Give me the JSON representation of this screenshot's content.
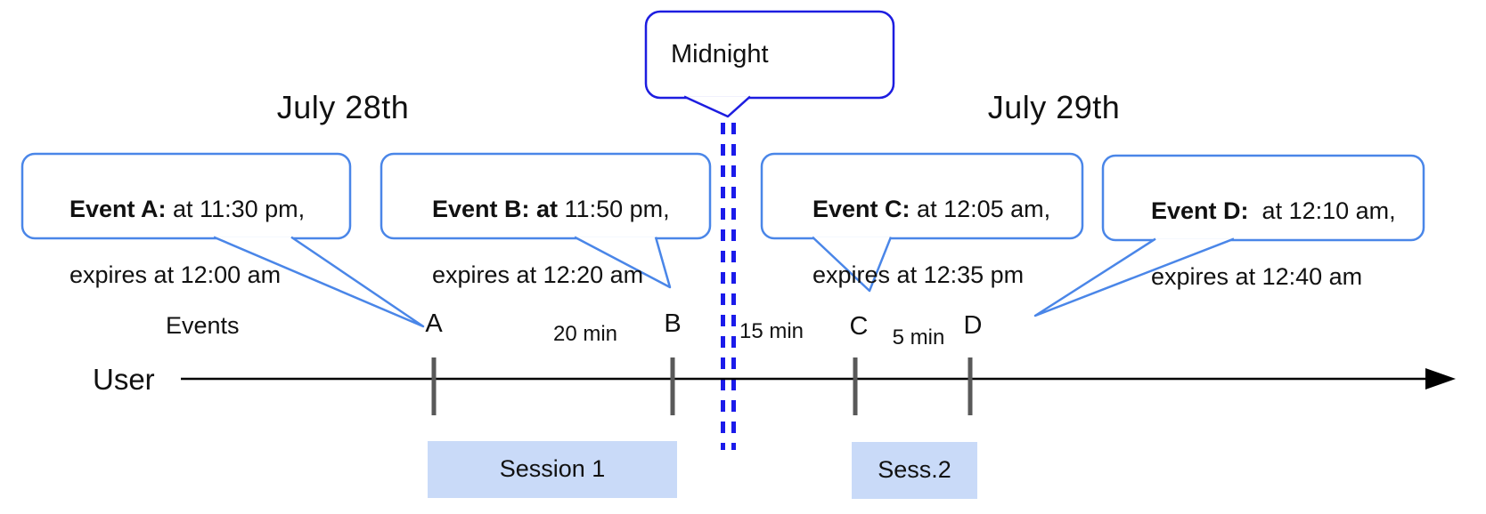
{
  "diagram": {
    "titles": {
      "left_day": "July 28th",
      "right_day": "July 29th"
    },
    "midnight": {
      "label": "Midnight"
    },
    "axis": {
      "row_label": "Events",
      "line_label": "User"
    },
    "events": [
      {
        "id": "A",
        "tick_label": "A",
        "callout_bold": "Event A:",
        "callout_rest": " at 11:30 pm,",
        "callout_line2": "expires at 12:00 am"
      },
      {
        "id": "B",
        "tick_label": "B",
        "callout_bold": "Event B: at",
        "callout_rest": " 11:50 pm,",
        "callout_line2": "expires at 12:20 am"
      },
      {
        "id": "C",
        "tick_label": "C",
        "callout_bold": "Event C:",
        "callout_rest": " at 12:05 am,",
        "callout_line2": "expires at 12:35 pm"
      },
      {
        "id": "D",
        "tick_label": "D",
        "callout_bold": "Event D:",
        "callout_rest": "  at 12:10 am,",
        "callout_line2": "expires at 12:40 am"
      }
    ],
    "intervals": [
      {
        "label": "20 min",
        "between": "A-B"
      },
      {
        "label": "15 min",
        "between": "B-C"
      },
      {
        "label": "5 min",
        "between": "C-D"
      }
    ],
    "sessions": [
      {
        "label": "Session 1"
      },
      {
        "label": "Sess.2"
      }
    ],
    "colors": {
      "callout_border": "#4a86e8",
      "midnight_border": "#1d1de0",
      "dash_line": "#1b1bea",
      "session_fill": "#c9daf8",
      "tick": "#595959",
      "timeline": "#000000"
    }
  }
}
